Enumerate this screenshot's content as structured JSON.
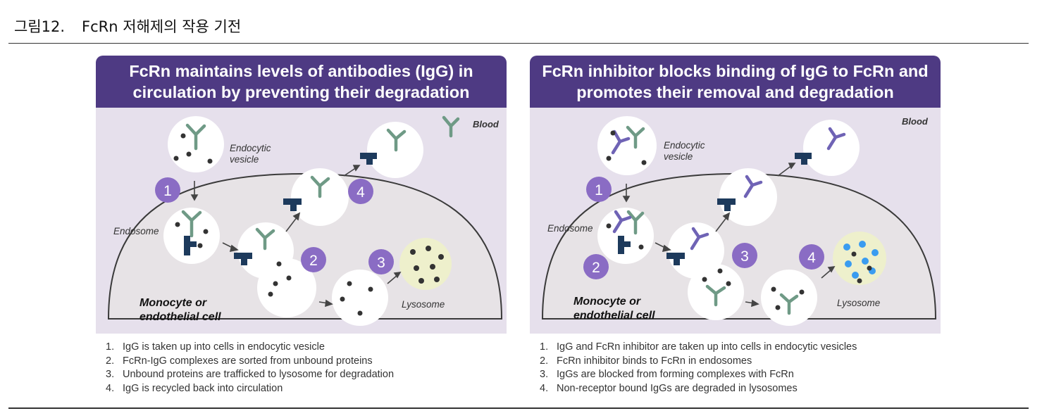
{
  "caption": {
    "number": "그림12.",
    "title": "FcRn 저해제의 작용 기전"
  },
  "left_panel": {
    "title": "FcRn maintains levels of antibodies (IgG) in circulation by preventing their degradation",
    "labels": {
      "blood": "Blood",
      "endocytic_vesicle": "Endocytic vesicle",
      "endosome": "Endosome",
      "lysosome": "Lysosome",
      "cell": "Monocyte or endothelial cell"
    },
    "markers": [
      "1",
      "2",
      "3",
      "4"
    ],
    "steps": [
      {
        "n": "1.",
        "text": "IgG is taken up into cells in endocytic vesicle"
      },
      {
        "n": "2.",
        "text": "FcRn-IgG complexes are sorted from unbound proteins"
      },
      {
        "n": "3.",
        "text": "Unbound proteins are trafficked to lysosome for degradation"
      },
      {
        "n": "4.",
        "text": "IgG is recycled back into circulation"
      }
    ]
  },
  "right_panel": {
    "title": "FcRn inhibitor blocks binding of IgG to FcRn and promotes their removal and degradation",
    "labels": {
      "blood": "Blood",
      "endocytic_vesicle": "Endocytic vesicle",
      "endosome": "Endosome",
      "lysosome": "Lysosome",
      "cell": "Monocyte or endothelial cell"
    },
    "markers": [
      "1",
      "2",
      "3",
      "4"
    ],
    "steps": [
      {
        "n": "1.",
        "text": "IgG and FcRn inhibitor are taken up into cells in endocytic vesicles"
      },
      {
        "n": "2.",
        "text": "FcRn inhibitor binds to FcRn in endosomes"
      },
      {
        "n": "3.",
        "text": "IgGs are blocked from forming complexes with FcRn"
      },
      {
        "n": "4.",
        "text": "Non-receptor bound IgGs are degraded in lysosomes"
      }
    ]
  },
  "colors": {
    "header_bg": "#4e3a83",
    "body_bg": "#e6e0ec",
    "marker": "#8a6cc4",
    "igg": "#6f9a86",
    "fcrn": "#1d3a5c",
    "inhibitor": "#6f63b5",
    "lysosome": "#eef0cc",
    "degraded": "#3a9cf0"
  }
}
